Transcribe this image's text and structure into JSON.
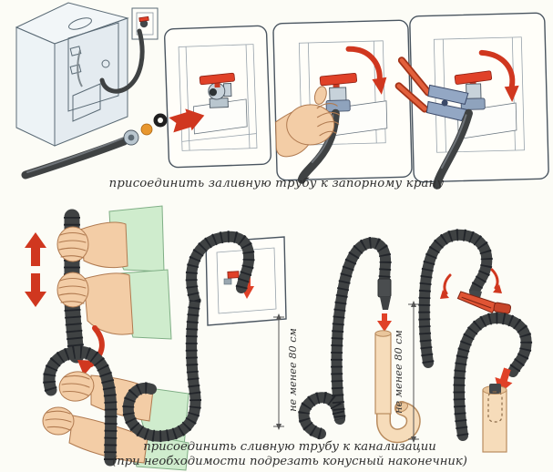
{
  "captions": {
    "top": "присоединить заливную трубу к запорному крану",
    "bottom_line1": "присоединить сливную трубу к канализации",
    "bottom_line2": "(при необходимости подрезать конусный наконечник)"
  },
  "dimension_labels": {
    "wall_drain": "не менее 80 см",
    "standpipe": "не менее 80 см"
  },
  "colors": {
    "accent_red": "#d0371f",
    "valve_red": "#e04128",
    "hose_dark": "#3f4243",
    "machine_body": "#e9f0f4",
    "skin": "#f3cda6",
    "sleeve_green": "#cfeccd",
    "pipe_beige": "#f6dcba",
    "pliers_blue": "#93a7c4",
    "background": "#fcfcf6",
    "text": "#2e2e2e"
  }
}
